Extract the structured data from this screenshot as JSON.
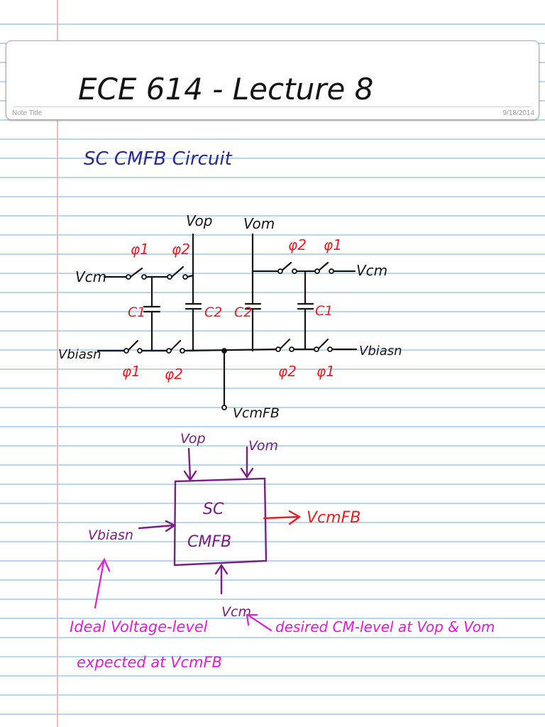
{
  "note": {
    "title_label": "Note Title",
    "date": "9/18/2014",
    "heading": "ECE 614 - Lecture 8"
  },
  "section_title": "SC CMFB Circuit",
  "colors": {
    "ink_black": "#151515",
    "ink_blue": "#2c2d8a",
    "ink_red": "#ea1c24",
    "ink_purple": "#7a1d86",
    "ink_magenta": "#e31ad8",
    "rule_blue": "#b9d6ef",
    "margin_red": "#f2b8b8"
  },
  "schematic": {
    "vop": "Vop",
    "vom": "Vom",
    "vcm_left": "Vcm",
    "vcm_right": "Vcm",
    "vbiasn_left": "Vbiasn",
    "vbiasn_right": "Vbiasn",
    "vcmfb": "VcmFB",
    "phi1_top_left": "φ1",
    "phi2_top_left": "φ2",
    "phi2_top_right": "φ2",
    "phi1_top_right": "φ1",
    "phi1_bot_left": "φ1",
    "phi2_bot_left": "φ2",
    "phi2_bot_right": "φ2",
    "phi1_bot_right": "φ1",
    "c1_left": "C1",
    "c2_left": "C2",
    "c2_right": "C2",
    "c1_right": "C1"
  },
  "block_diagram": {
    "block_line1": "SC",
    "block_line2": "CMFB",
    "vop": "Vop",
    "vom": "Vom",
    "vbiasn": "Vbiasn",
    "vcm": "Vcm",
    "vcmfb": "VcmFB"
  },
  "annotations": {
    "ideal_line1": "Ideal Voltage-level",
    "ideal_line2": "expected at VcmFB",
    "desired": "desired CM-level at Vop & Vom"
  }
}
